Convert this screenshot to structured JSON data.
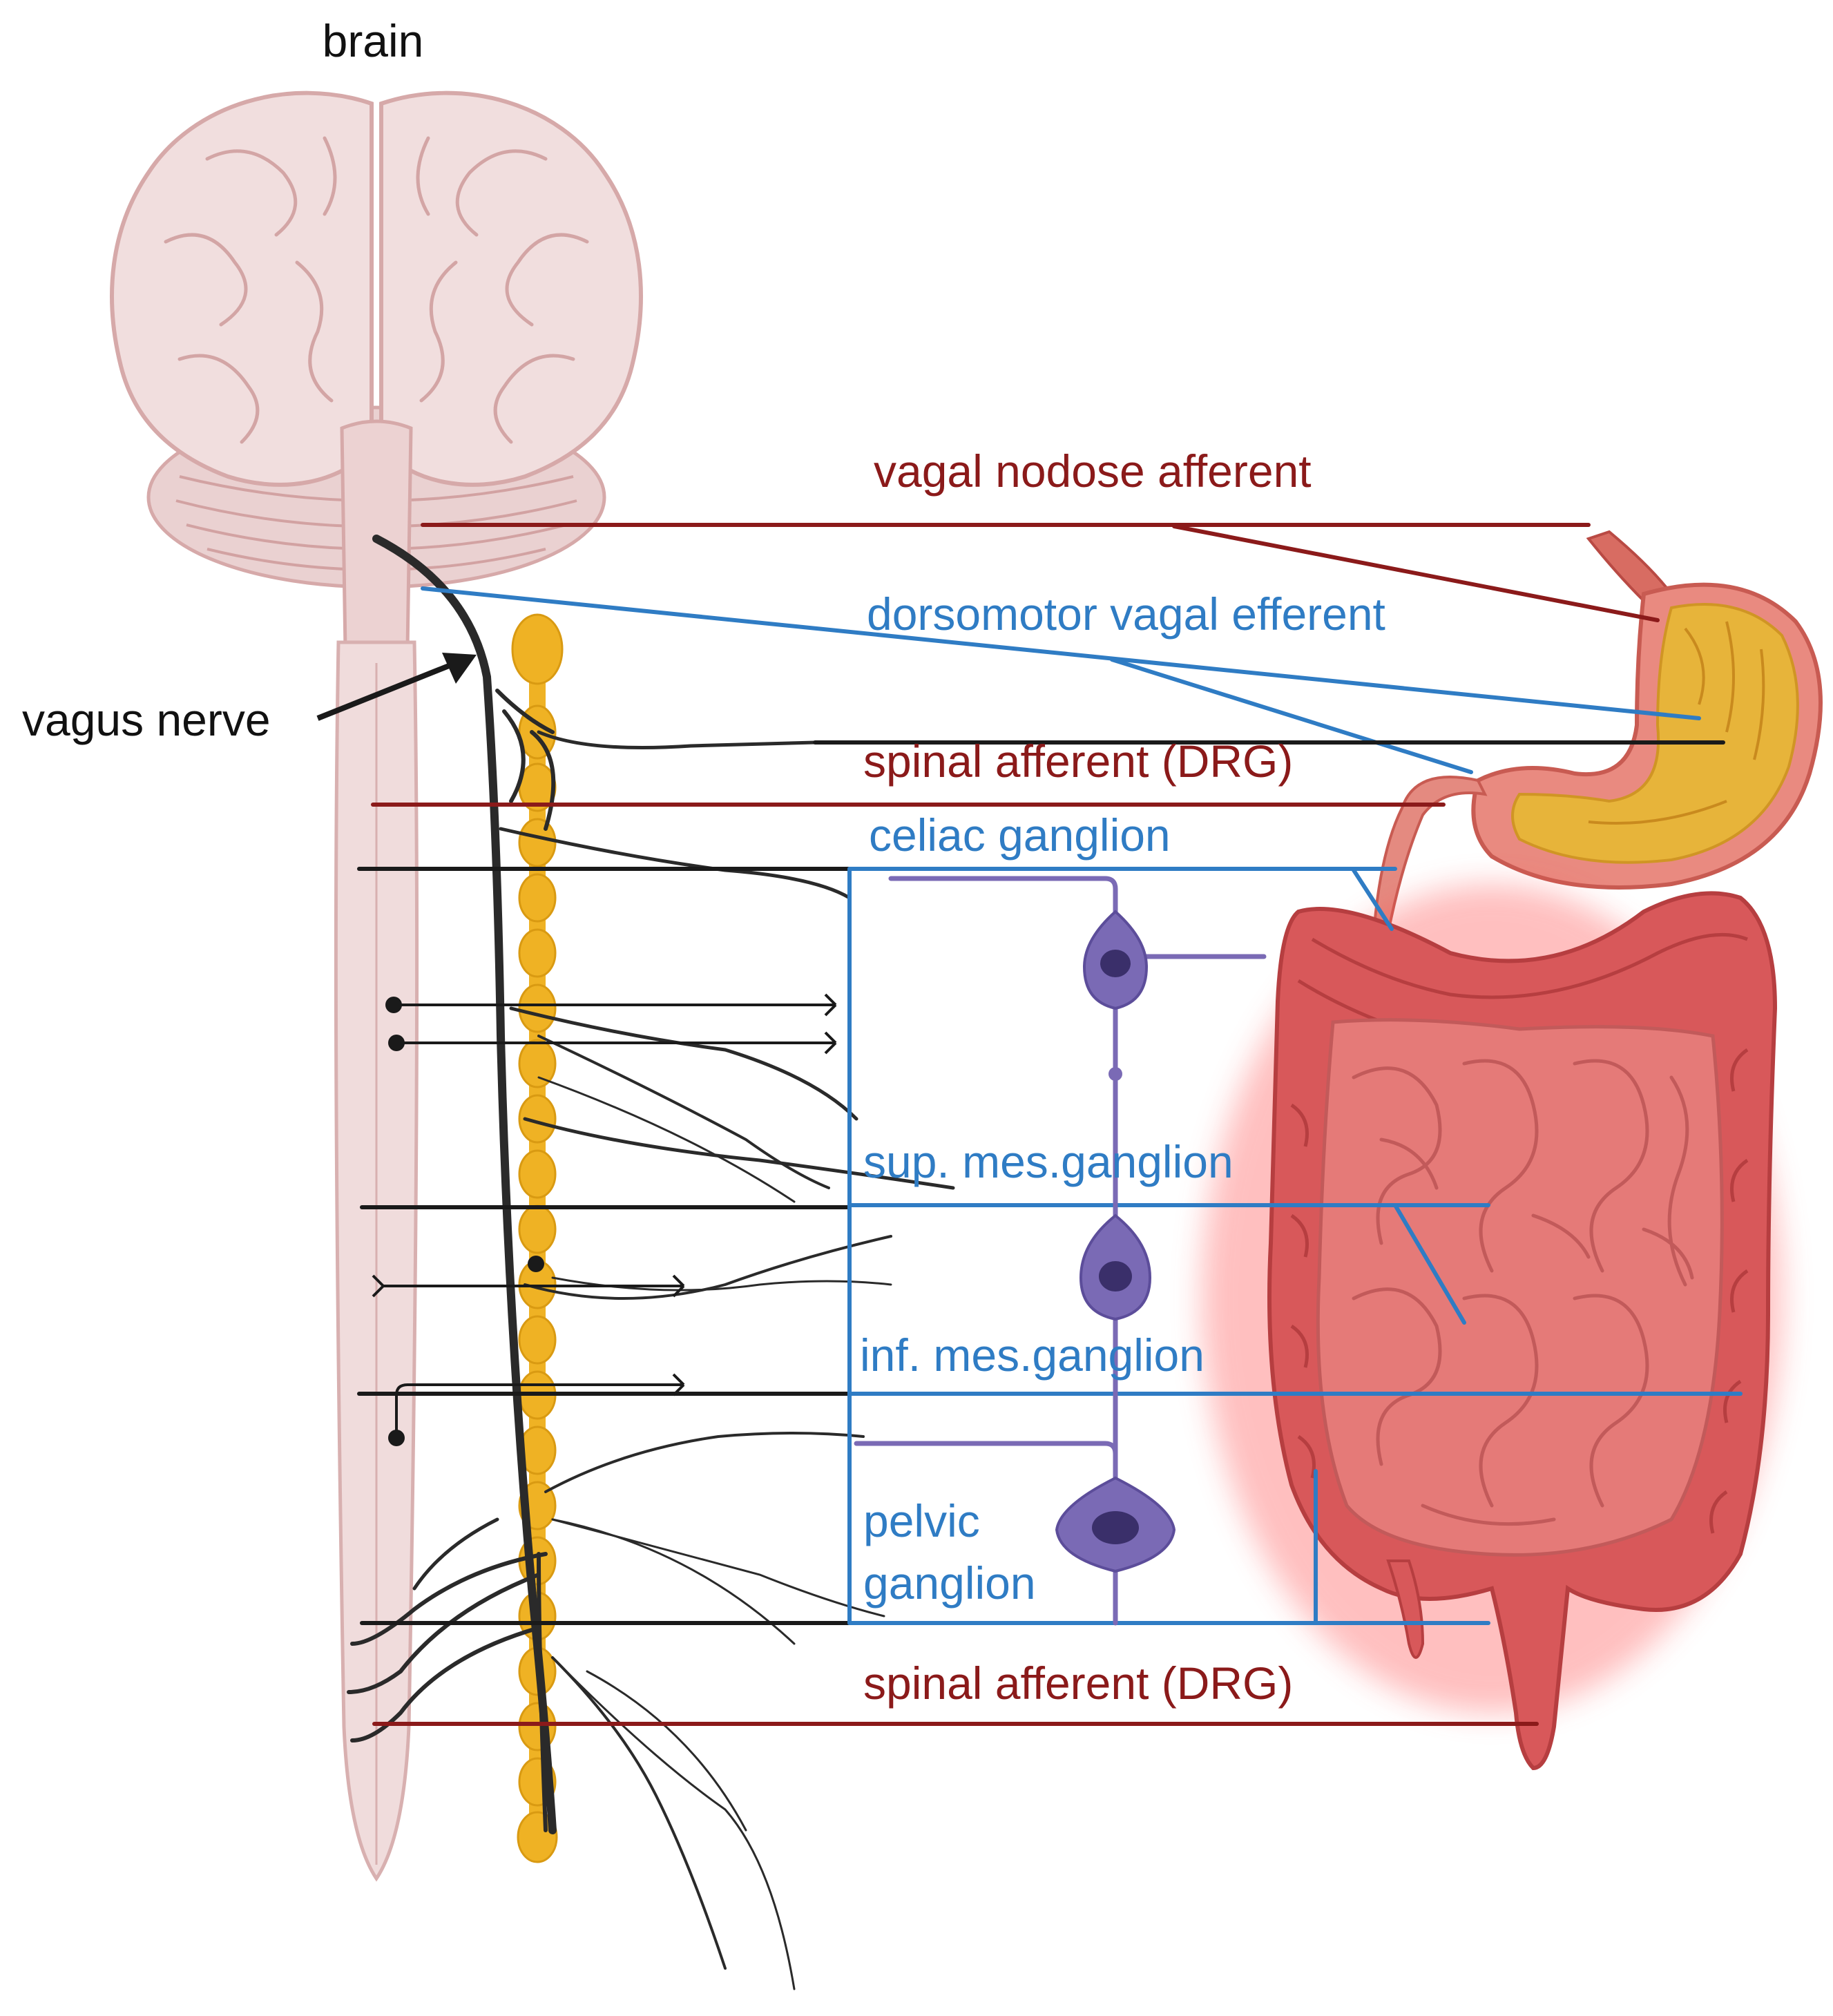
{
  "labels": {
    "brain": "brain",
    "vagus_nerve": "vagus nerve",
    "vagal_nodose_afferent": "vagal nodose afferent",
    "dorsomotor_vagal_efferent": "dorsomotor vagal efferent",
    "spinal_afferent_upper": "spinal afferent (DRG)",
    "celiac_ganglion": "celiac ganglion",
    "sup_mes_ganglion": "sup. mes.ganglion",
    "inf_mes_ganglion": "inf. mes.ganglion",
    "pelvic_line1": "pelvic",
    "pelvic_line2": "ganglion",
    "spinal_afferent_lower": "spinal afferent (DRG)"
  },
  "colors": {
    "afferent_red": "#8b1a1a",
    "efferent_blue": "#2f7cc4",
    "nerve_black": "#1a1a1a",
    "sympathetic_chain_gold": "#efb224",
    "neuron_purple": "#7a6ab5",
    "brain_pink": "#f1dede",
    "stomach_gold": "#e7b43a",
    "intestine_red": "#d8585a"
  }
}
